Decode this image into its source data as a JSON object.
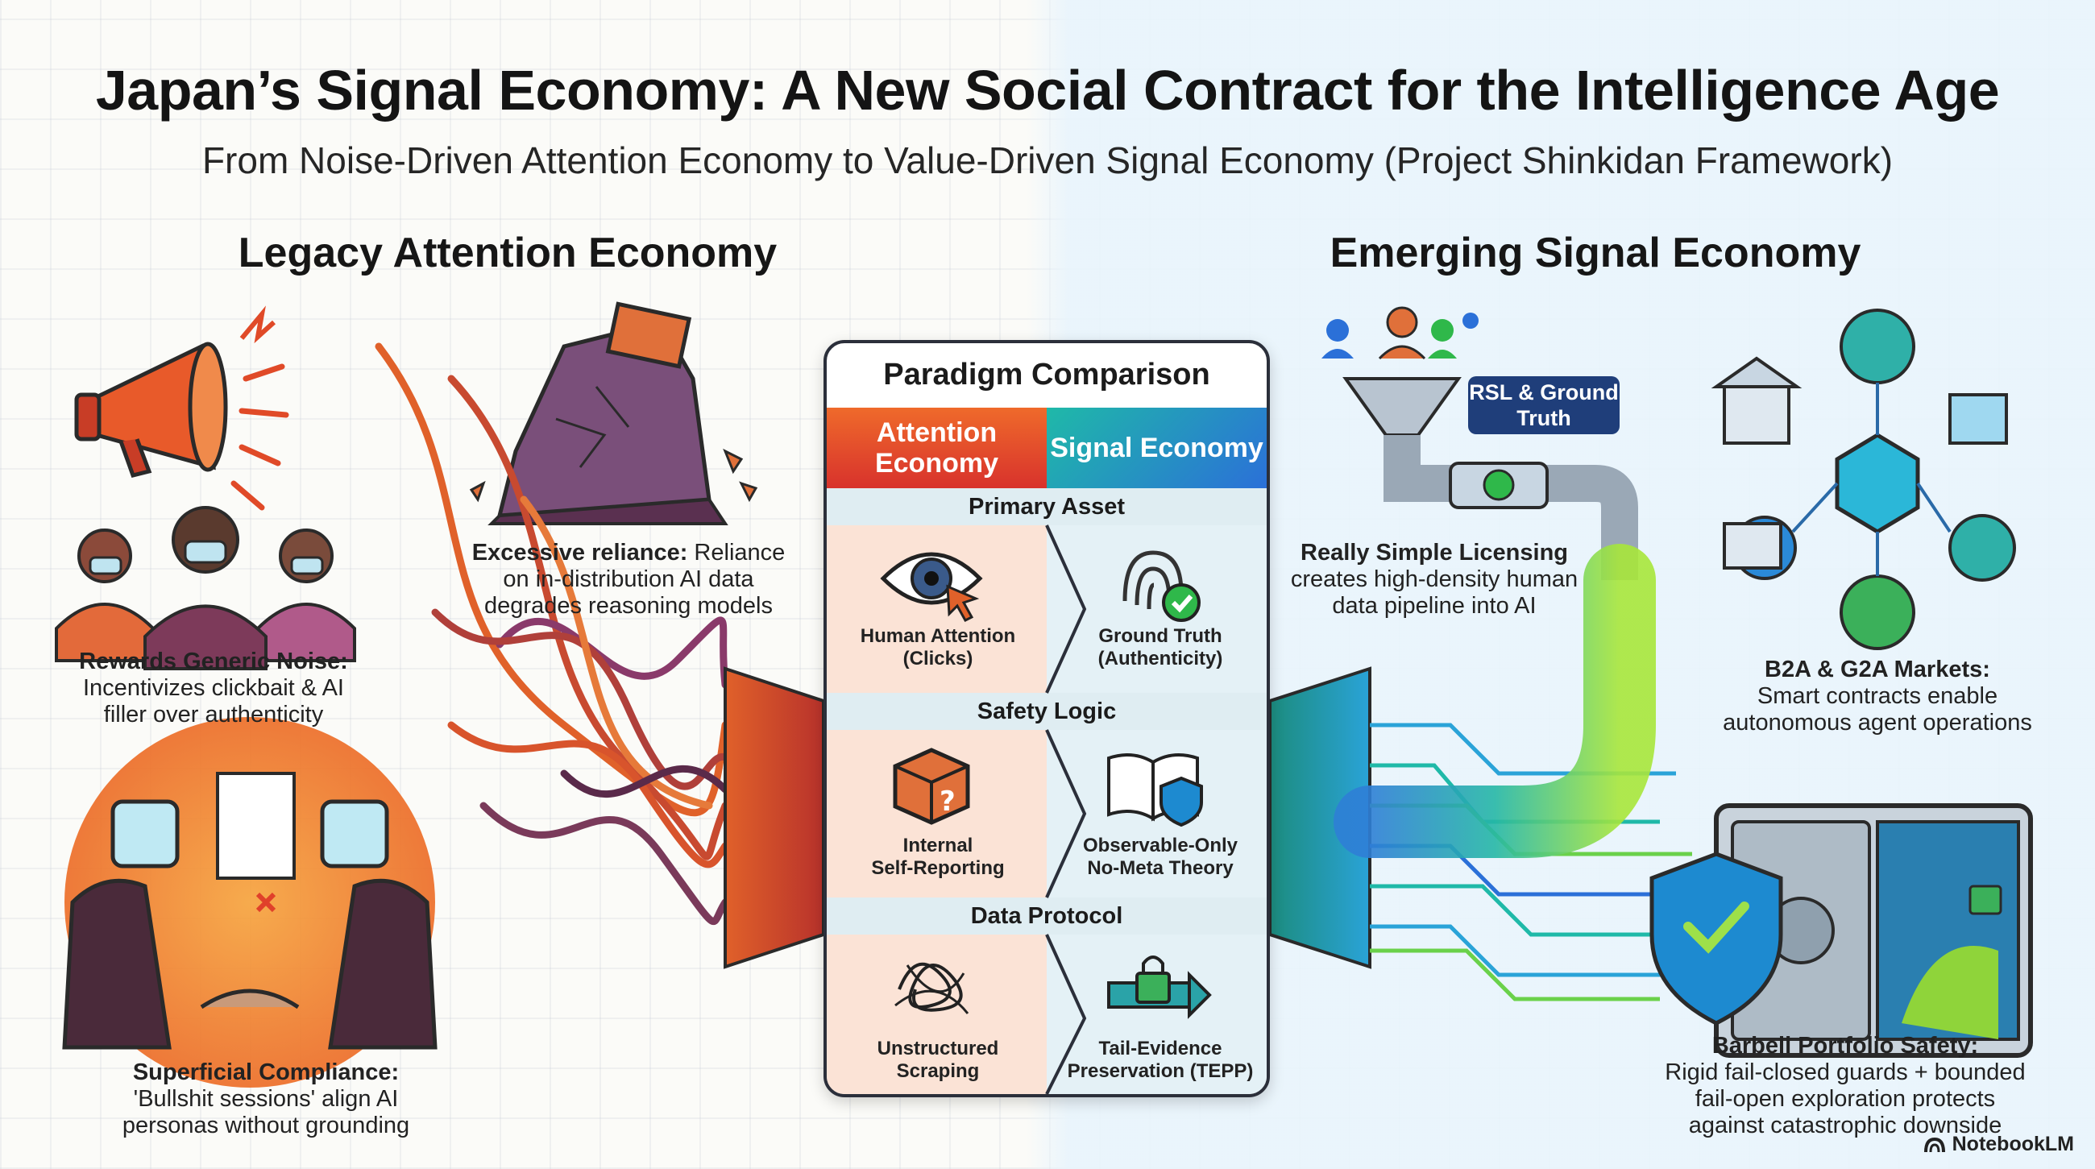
{
  "title": "Japan’s Signal Economy: A New Social Contract for the Intelligence Age",
  "subtitle": "From Noise-Driven Attention Economy to Value-Driven Signal Economy (Project Shinkidan Framework)",
  "left_section": {
    "heading": "Legacy Attention Economy",
    "captions": [
      {
        "bold": "Rewards Generic Noise:",
        "lines": [
          "Incentivizes clickbait & AI",
          "filler over authenticity"
        ]
      },
      {
        "bold": "Excessive reliance:",
        "rest": " Reliance",
        "lines": [
          "on in-distribution AI data",
          "degrades reasoning models"
        ]
      },
      {
        "bold": "Superficial Compliance:",
        "lines": [
          "'Bullshit sessions' align AI",
          "personas without grounding"
        ]
      }
    ]
  },
  "right_section": {
    "heading": "Emerging Signal Economy",
    "tag": "RSL & Ground Truth",
    "captions": [
      {
        "bold": "Really Simple Licensing",
        "lines": [
          "creates high-density human",
          "data pipeline into AI"
        ]
      },
      {
        "bold": "B2A & G2A Markets:",
        "lines": [
          "Smart contracts enable",
          "autonomous agent operations"
        ]
      },
      {
        "bold": "Barbell Portfolio Safety:",
        "lines": [
          "Rigid fail-closed guards + bounded",
          "fail-open exploration protects",
          "against catastrophic downside"
        ]
      }
    ]
  },
  "comparison": {
    "title": "Paradigm Comparison",
    "left_header": "Attention Economy",
    "right_header": "Signal Economy",
    "rows": [
      {
        "label": "Primary Asset",
        "left": [
          "Human Attention",
          "(Clicks)"
        ],
        "right": [
          "Ground Truth",
          "(Authenticity)"
        ],
        "left_icon": "eye-cursor-icon",
        "right_icon": "fingerprint-check-icon"
      },
      {
        "label": "Safety Logic",
        "left": [
          "Internal",
          "Self-Reporting"
        ],
        "right": [
          "Observable-Only",
          "No-Meta Theory"
        ],
        "left_icon": "question-box-icon",
        "right_icon": "book-shield-icon"
      },
      {
        "label": "Data Protocol",
        "left": [
          "Unstructured",
          "Scraping"
        ],
        "right": [
          "Tail-Evidence",
          "Preservation (TEPP)"
        ],
        "left_icon": "tangle-icon",
        "right_icon": "lock-arrow-icon"
      }
    ]
  },
  "brand": "NotebookLM",
  "colors": {
    "attention": "#d8322c",
    "signal": "#2b70d8",
    "accent_green": "#2fb84a"
  }
}
